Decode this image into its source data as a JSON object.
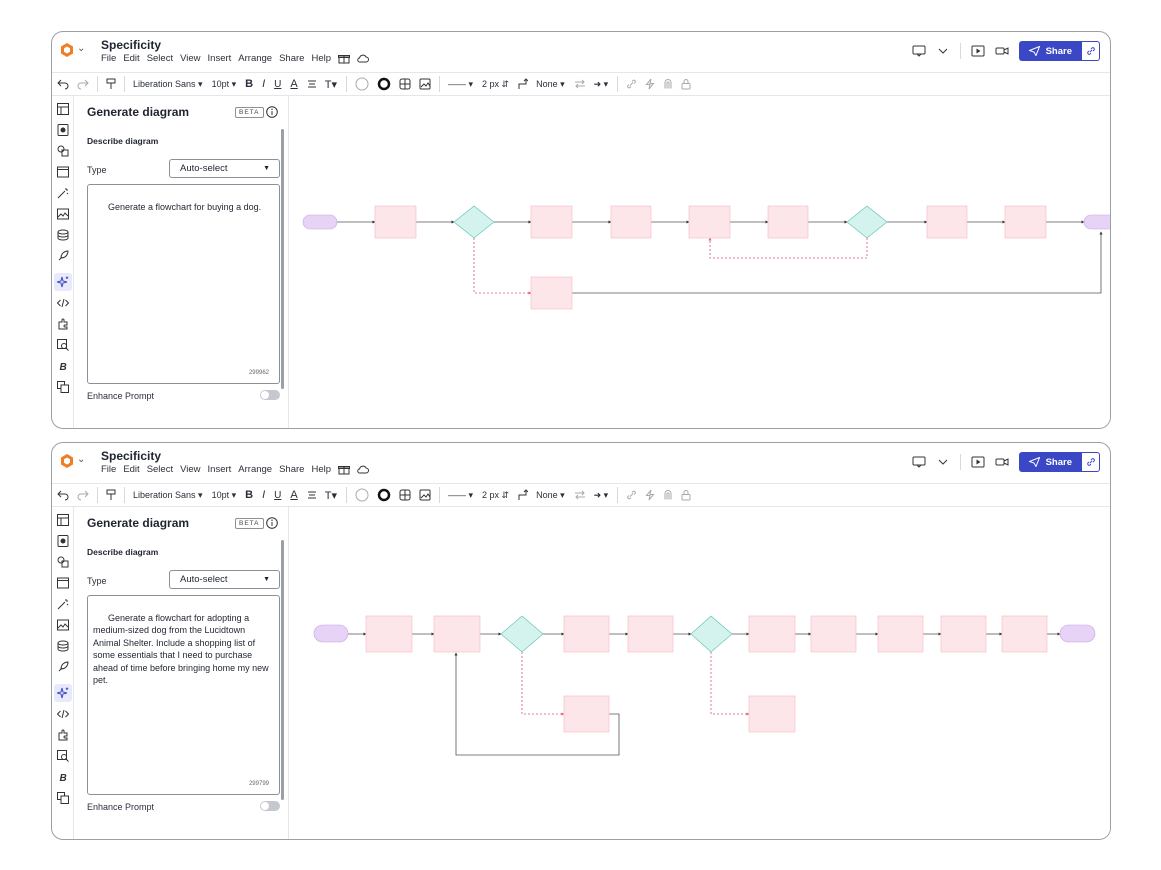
{
  "app": {
    "doc_title": "Specificity",
    "menu": [
      "File",
      "Edit",
      "Select",
      "View",
      "Insert",
      "Arrange",
      "Share",
      "Help"
    ],
    "share_label": "Share"
  },
  "toolbar": {
    "font": "Liberation Sans",
    "font_size": "10pt",
    "line_width": "2 px",
    "arrow_start": "None"
  },
  "panel": {
    "title": "Generate diagram",
    "beta": "BETA",
    "describe_label": "Describe diagram",
    "type_label": "Type",
    "type_value": "Auto-select",
    "enhance_label": "Enhance Prompt"
  },
  "windows": [
    {
      "prompt": "Generate a flowchart for buying a dog.",
      "counter": "299962"
    },
    {
      "prompt": "Generate a flowchart for adopting a medium-sized dog from the Lucidtown Animal Shelter. Include a shopping list of some essentials that I need to purchase ahead of time before bringing home my new pet.",
      "counter": "299799"
    }
  ],
  "colors": {
    "accent": "#3b48c5",
    "terminal_fill": "#e6d3f5",
    "process_fill": "#fde6ea",
    "process_stroke": "#f3b7c2",
    "decision_fill": "#d4f3ee",
    "decision_stroke": "#55c2b0",
    "no_path": "#e0566b"
  }
}
